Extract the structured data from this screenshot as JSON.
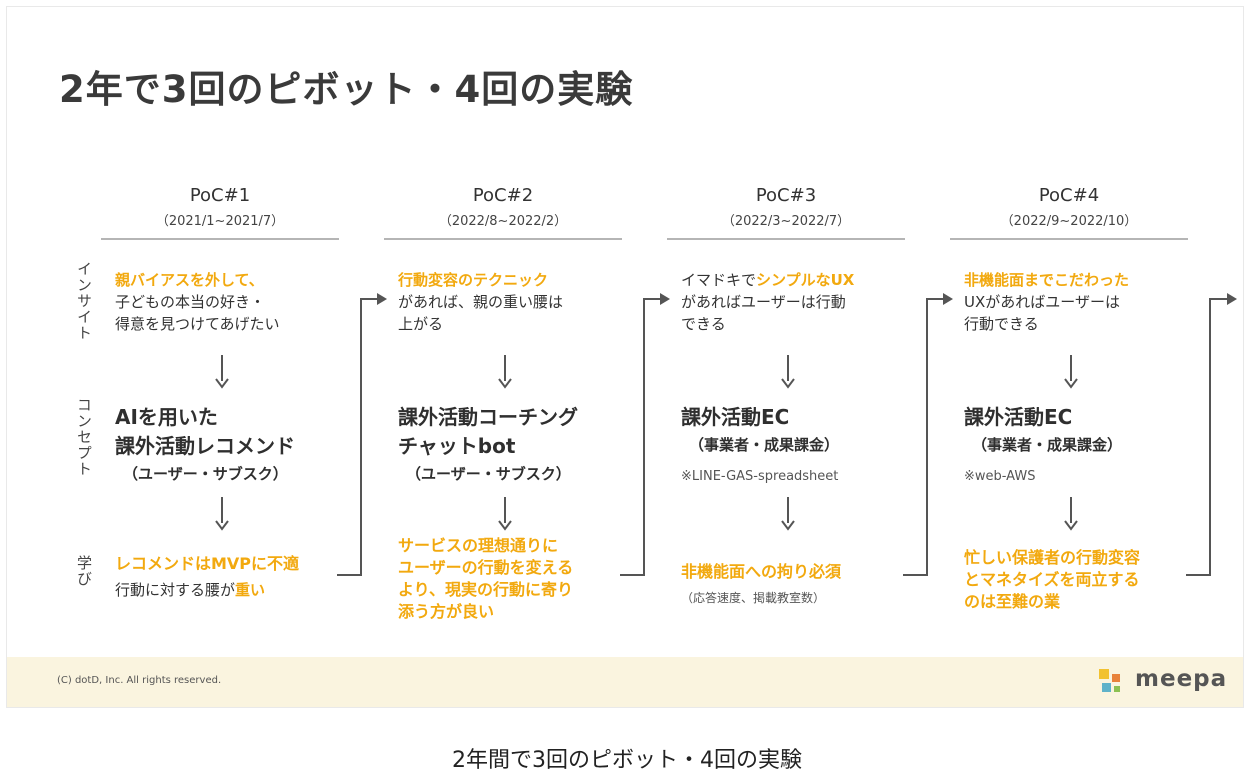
{
  "slide": {
    "title": "2年で3回のピボット・4回の実験",
    "row_labels": [
      "インサイト",
      "コンセプト",
      "学び"
    ],
    "columns": [
      {
        "name": "PoC#1",
        "period": "（2021/1~2021/7）",
        "insight": [
          {
            "t": "親バイアスを外して、",
            "o": true
          },
          {
            "t": "子どもの本当の好き・",
            "o": false
          },
          {
            "t": "得意を見つけてあげたい",
            "o": false
          }
        ],
        "concept_title": [
          "AIを用いた",
          "課外活動レコメンド"
        ],
        "concept_sub": "（ユーザー・サブスク）",
        "concept_note": "",
        "learn_orange": [
          "レコメンドはMVPに不適"
        ],
        "learn_plain_a": "行動に対する腰が",
        "learn_plain_b": "重い",
        "learn_note": ""
      },
      {
        "name": "PoC#2",
        "period": "（2022/8~2022/2）",
        "insight": [
          {
            "t": "行動変容のテクニック",
            "o": true
          },
          {
            "t": "があれば、親の重い腰は",
            "o": false
          },
          {
            "t": "上がる",
            "o": false
          }
        ],
        "concept_title": [
          "課外活動コーチング",
          "チャットbot"
        ],
        "concept_sub": "（ユーザー・サブスク）",
        "concept_note": "",
        "learn_orange": [
          "サービスの理想通りに",
          "ユーザーの行動を変える",
          "より、現実の行動に寄り",
          "添う方が良い"
        ],
        "learn_plain_a": "",
        "learn_plain_b": "",
        "learn_note": ""
      },
      {
        "name": "PoC#3",
        "period": "（2022/3~2022/7）",
        "insight_special": {
          "a": "イマドキで",
          "b": "シンプルなUX",
          "rest": [
            "があればユーザーは行動",
            "できる"
          ]
        },
        "concept_title": [
          "課外活動EC"
        ],
        "concept_sub": "（事業者・成果課金）",
        "concept_note": "※LINE-GAS-spreadsheet",
        "learn_orange": [
          "非機能面への拘り必須"
        ],
        "learn_plain_a": "",
        "learn_plain_b": "",
        "learn_note": "（応答速度、掲載教室数）"
      },
      {
        "name": "PoC#4",
        "period": "（2022/9~2022/10）",
        "insight": [
          {
            "t": "非機能面までこだわった",
            "o": true
          },
          {
            "t": "UXがあればユーザーは",
            "o": false
          },
          {
            "t": "行動できる",
            "o": false
          }
        ],
        "concept_title": [
          "課外活動EC"
        ],
        "concept_sub": "（事業者・成果課金）",
        "concept_note": "※web-AWS",
        "learn_orange": [
          "忙しい保護者の行動変容",
          "とマネタイズを両立する",
          "のは至難の業"
        ],
        "learn_plain_a": "",
        "learn_plain_b": "",
        "learn_note": ""
      }
    ]
  },
  "footer": {
    "copyright": "(C) dotD, Inc. All rights reserved.",
    "logo_text": "meepa"
  },
  "caption": "2年間で3回のピボット・4回の実験",
  "colors": {
    "accent": "#f2a90f",
    "footer_bg": "#faf4df",
    "text": "#333333",
    "rule": "#b5b5b5"
  }
}
